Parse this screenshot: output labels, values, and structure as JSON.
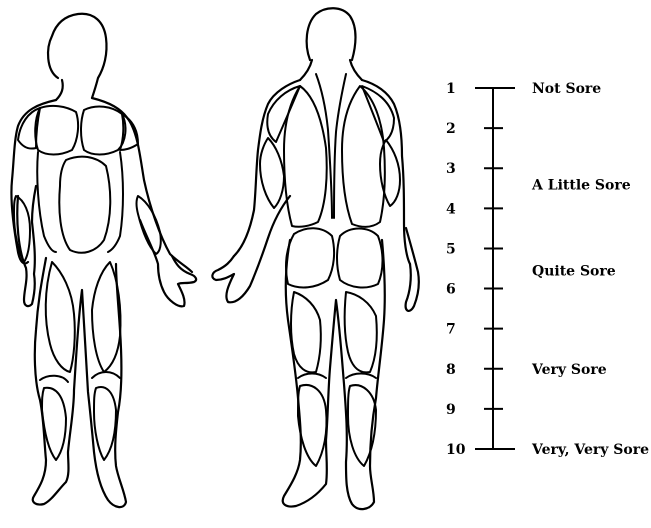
{
  "scale": {
    "numbers": [
      "1",
      "2",
      "3",
      "4",
      "5",
      "6",
      "7",
      "8",
      "9",
      "10"
    ],
    "labels": [
      {
        "text": "Not Sore",
        "at": 1
      },
      {
        "text": "A Little Sore",
        "at": 3.4
      },
      {
        "text": "Quite Sore",
        "at": 5.55
      },
      {
        "text": "Very Sore",
        "at": 8
      },
      {
        "text": "Very, Very Sore",
        "at": 10
      }
    ]
  },
  "figures": [
    "front-view",
    "back-view"
  ]
}
